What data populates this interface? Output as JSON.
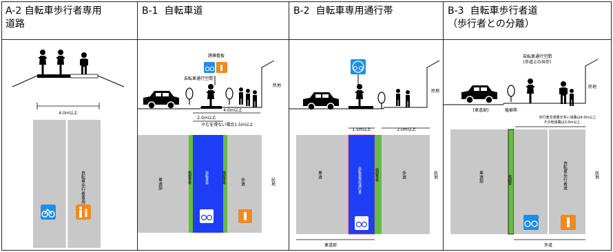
{
  "headers": [
    {
      "code": "A-2",
      "title": "自転車歩行者専用",
      "title2": "道路"
    },
    {
      "code": "B-1",
      "title": "自転車道",
      "title2": ""
    },
    {
      "code": "B-2",
      "title": "自転車専用通行帯",
      "title2": ""
    },
    {
      "code": "B-3",
      "title": "自転車歩行者道",
      "title2": "（歩行者との分離）"
    }
  ],
  "a2": {
    "width": "4.0m以上",
    "lane": "自転車歩行者専用道路"
  },
  "b1": {
    "guide_sign": "誘導看板",
    "bike_space": "自転車通行空間",
    "private": "民地",
    "total_width": "4.0m以上",
    "lane_width": "2.0m以上",
    "lane_width_note": "やむを得ない場合1.5m以上",
    "roadway": "車道部",
    "lane": "自転車道",
    "planting": "植樹帯等",
    "walk": "歩道"
  },
  "b2": {
    "private": "民地",
    "lane_width": "1.5m以上",
    "walk_width": "2.0m以上",
    "roadway": "車道",
    "lane": "自転車専用通行帯",
    "planting": "植樹帯等",
    "walk": "歩道",
    "bottom": "車道部"
  },
  "b3": {
    "bike_space": "自転車通行空間",
    "bike_space2": "(歩道上の共存)",
    "roadway_label": "[車道部]",
    "planting_label": "植樹帯",
    "private": "民地",
    "note1": "歩行者交通量が多い道路は4.0m以上",
    "note2": "その他道路は3.0m以上",
    "roadway": "車道部",
    "planting": "植樹帯",
    "lane": "自転車歩行者道",
    "bottom": "歩道"
  },
  "colors": {
    "blue_lane": "#1e3ef5",
    "green_strip": "#66bb44",
    "gray_road": "#c8c8c8",
    "sign_blue": "#1e8ee8",
    "sign_orange": "#f08a1c"
  }
}
